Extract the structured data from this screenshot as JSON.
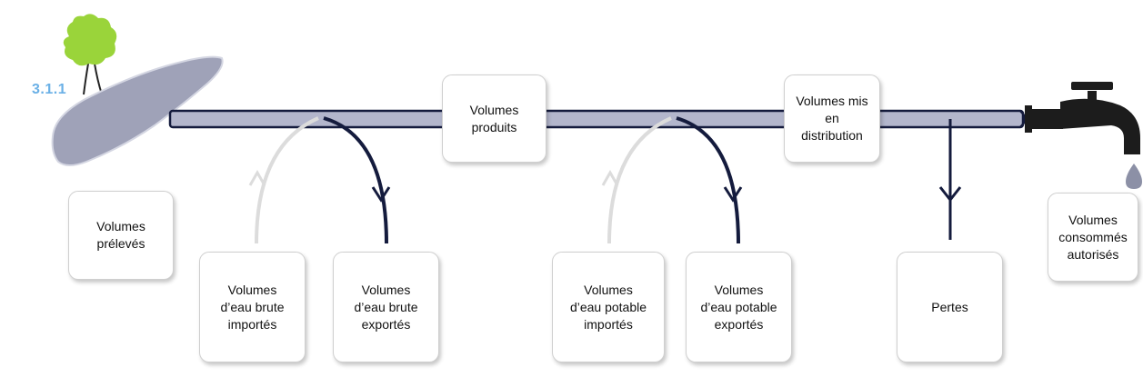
{
  "section_number": "3.1.1",
  "colors": {
    "pipe_fill": "#b3b6cc",
    "pipe_stroke": "#141b3d",
    "outflow_arrow": "#141b3d",
    "inflow_arrow": "#dcdcdc",
    "tree": "#9ad43a",
    "source_shape": "#9fa2b8",
    "tap": "#1c1c1c",
    "drop": "#8c90a6",
    "section_number": "#6ab0e6"
  },
  "icons": [
    "tree-icon",
    "water-source-icon",
    "tap-icon",
    "water-drop-icon"
  ],
  "nodes": {
    "volumes_preleves": "Volumes\nprélevés",
    "volumes_produits": "Volumes\nproduits",
    "volumes_mis_en_distribution": "Volumes mis\nen\ndistribution",
    "volumes_consommes_autorises": "Volumes\nconsommés\nautorisés",
    "eau_brute_importes": "Volumes\nd’eau brute\nimportés",
    "eau_brute_exportes": "Volumes\nd’eau brute\nexportés",
    "eau_potable_importes": "Volumes\nd’eau potable\nimportés",
    "eau_potable_exportes": "Volumes\nd’eau potable\nexportés",
    "pertes": "Pertes"
  }
}
